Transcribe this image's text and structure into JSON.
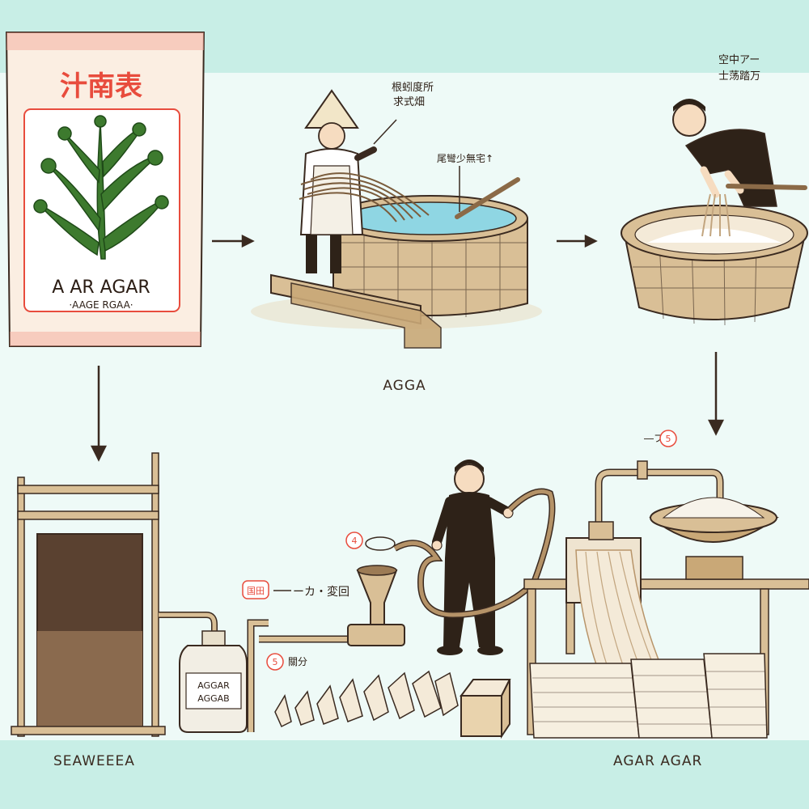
{
  "package": {
    "title": "汁南表",
    "name": "A AR AGAR",
    "subname": "·AAGE RGAA·"
  },
  "step2": {
    "note_line1": "根蚓度所",
    "note_line2": "求式畑",
    "note_small": "尾彎少無宅↑",
    "caption": "AGGA"
  },
  "step3": {
    "note_line1": "空中アー",
    "note_line2": "士荡踏万"
  },
  "lower": {
    "bottle_line1": "AGGAR",
    "bottle_line2": "AGGAB",
    "badge_top": "国田",
    "label_top": "ーカ・変回",
    "label_small": "關分",
    "hose_badge": "4",
    "pipe_badge": "5",
    "dryer_badge": "5",
    "dryer_label": "―フ"
  },
  "captions": {
    "left": "SEAWEEEA",
    "right": "AGAR AGAR"
  },
  "colors": {
    "background": "#e7f7f4",
    "band": "#c8eee6",
    "ink": "#3a2a20",
    "wood": "#d9bf96",
    "water": "#8fd6e3",
    "seaweed": "#3d7a2e",
    "accent_red": "#e84c3d"
  }
}
